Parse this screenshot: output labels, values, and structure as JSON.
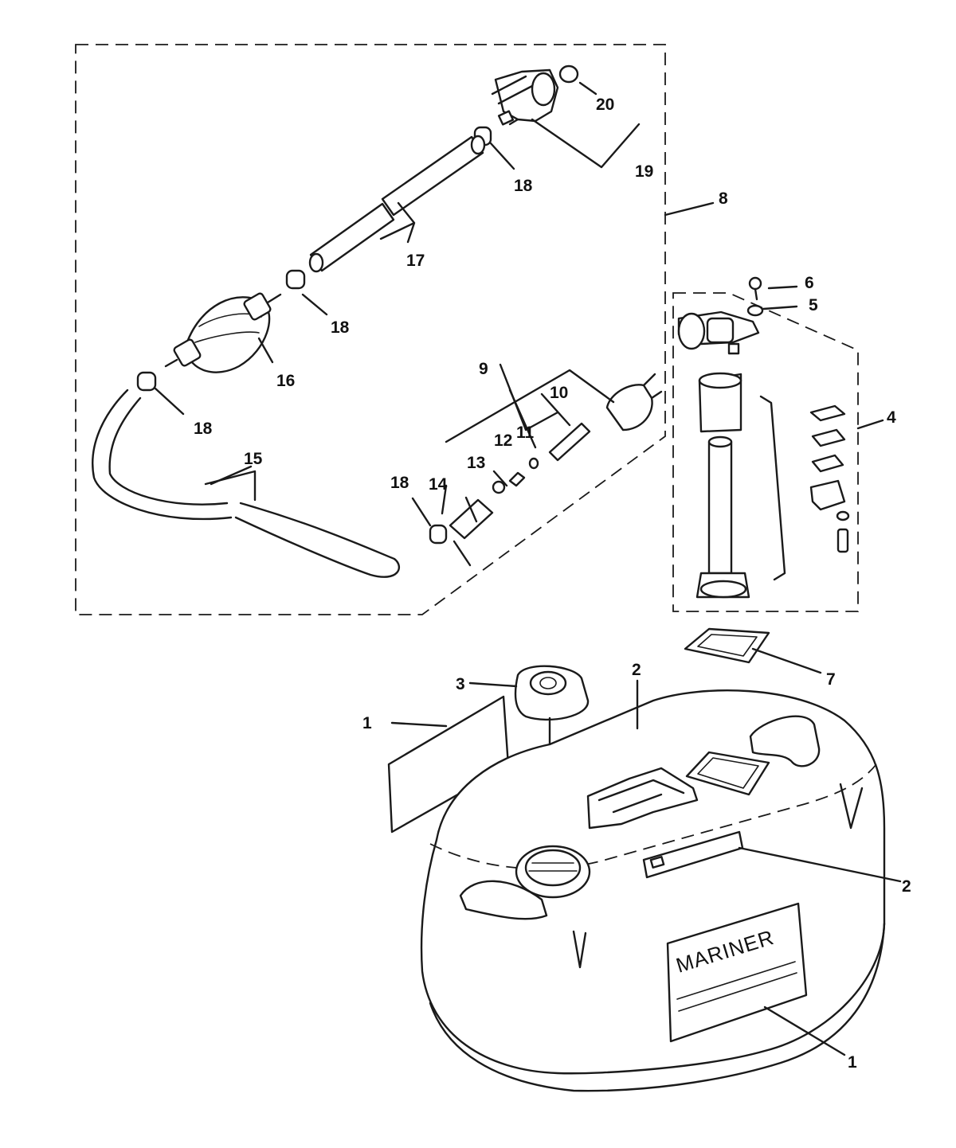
{
  "diagram": {
    "brand_logo_text": "MARINER",
    "callouts": {
      "c1a": "1",
      "c1b": "1",
      "c2a": "2",
      "c2b": "2",
      "c3": "3",
      "c4": "4",
      "c5": "5",
      "c6": "6",
      "c7": "7",
      "c8": "8",
      "c9": "9",
      "c10": "10",
      "c11": "11",
      "c12": "12",
      "c13": "13",
      "c14": "14",
      "c15": "15",
      "c16": "16",
      "c17": "17",
      "c18a": "18",
      "c18b": "18",
      "c18c": "18",
      "c18d": "18",
      "c19": "19",
      "c20": "20"
    }
  }
}
